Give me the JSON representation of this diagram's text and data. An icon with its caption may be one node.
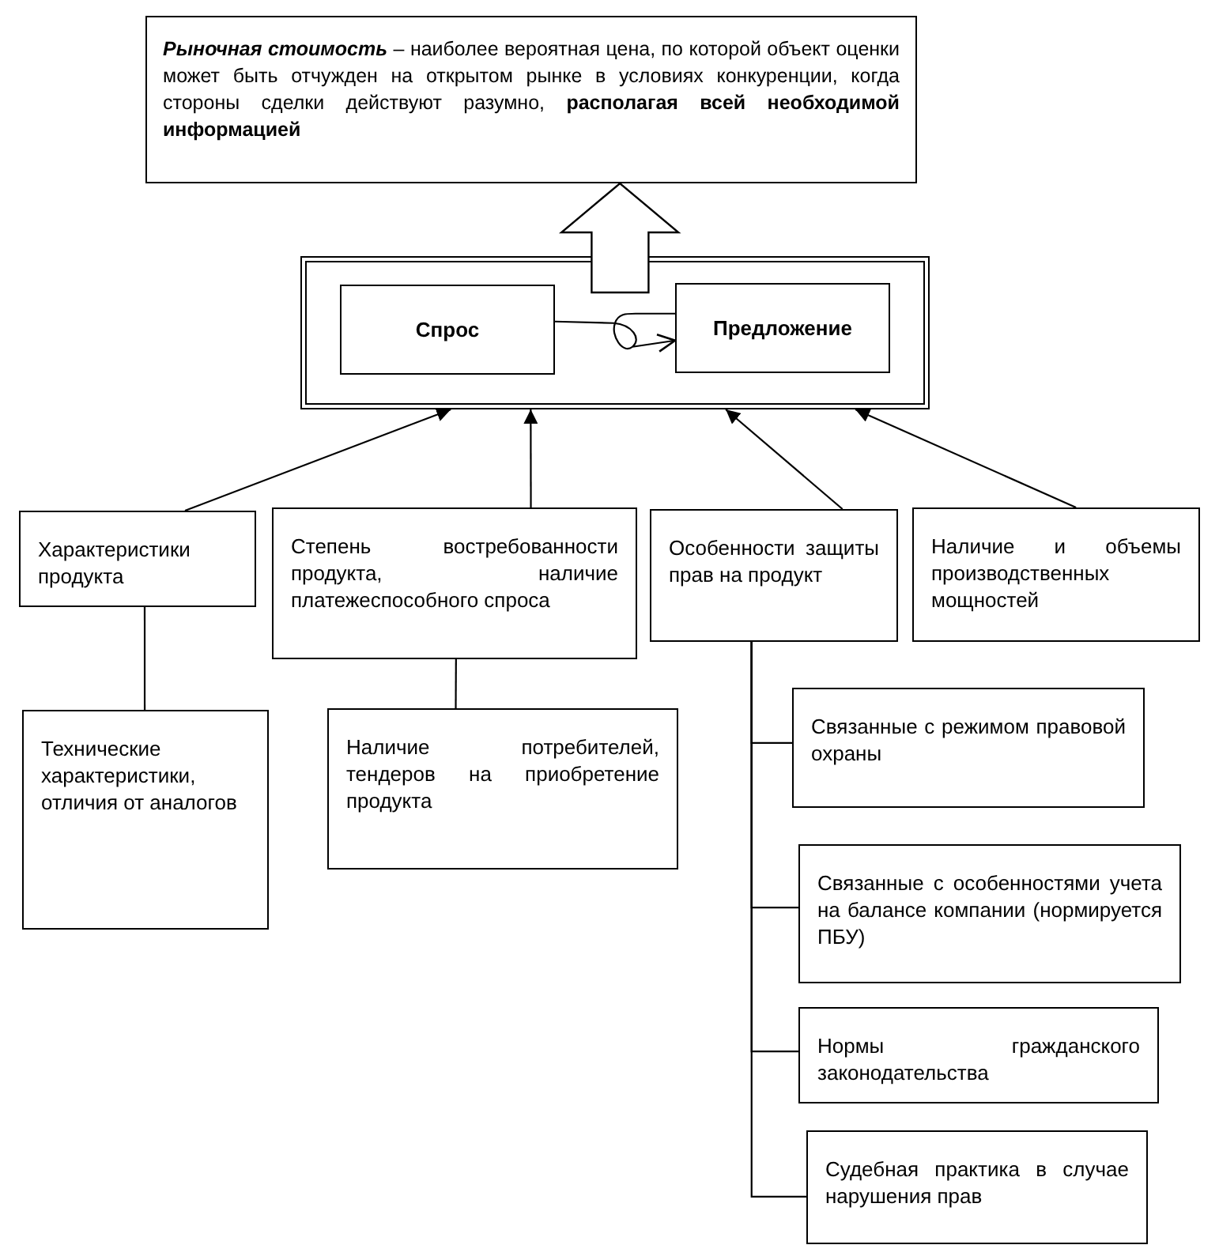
{
  "diagram": {
    "nodes": [
      {
        "text": [
          "**Рыночная стоимость** – наиболее вероятная цена, по которой объект оценки может быть отчужден на открытом рынке в условиях конкуренции, когда стороны сделки действуют разумно, **располагая всей необходимой информацией**"
        ]
      },
      {
        "text": [],
        "shape": "box"
      },
      {
        "text": [
          "Спрос"
        ],
        "in": 1
      },
      {
        "text": [
          "Предложение"
        ],
        "in": 1
      },
      {
        "text": [
          "Характеристики продукта"
        ]
      },
      {
        "text": [
          "Степень востребованности продукта, наличие платежеспособного спроса"
        ]
      },
      {
        "text": [
          "Особенности защиты прав на продукт"
        ]
      },
      {
        "text": [
          "Наличие и объемы производственных мощностей"
        ]
      },
      {
        "text": [
          "Технические характеристики, отличия от аналогов"
        ]
      },
      {
        "text": [
          "Наличие потребителей, тендеров на приобретение продукта"
        ]
      },
      {
        "text": [
          "Связанные с режимом правовой охраны"
        ]
      },
      {
        "text": [
          "Связанные с особенностями учета на балансе компании (нормируется ПБУ)"
        ]
      },
      {
        "text": [
          "Нормы гражданского законодательства"
        ]
      },
      {
        "text": [
          "Судебная практика в случае нарушения прав"
        ]
      }
    ],
    "edges": [
      {
        "from": 1,
        "to": 0,
        "arrow": "to",
        "style": "thick"
      },
      {
        "from": 2,
        "to": 3,
        "arrow": "to"
      },
      {
        "from": 4,
        "to": 1,
        "arrow": "to"
      },
      {
        "from": 5,
        "to": 1,
        "arrow": "to"
      },
      {
        "from": 6,
        "to": 1,
        "arrow": "to"
      },
      {
        "from": 7,
        "to": 1,
        "arrow": "to"
      },
      {
        "from": 4,
        "to": 8,
        "arrow": "none"
      },
      {
        "from": 5,
        "to": 9,
        "arrow": "none"
      },
      {
        "from": 6,
        "to": 10,
        "arrow": "none"
      },
      {
        "from": 6,
        "to": 11,
        "arrow": "none"
      },
      {
        "from": 6,
        "to": 12,
        "arrow": "none"
      },
      {
        "from": 6,
        "to": 13,
        "arrow": "none"
      }
    ]
  }
}
